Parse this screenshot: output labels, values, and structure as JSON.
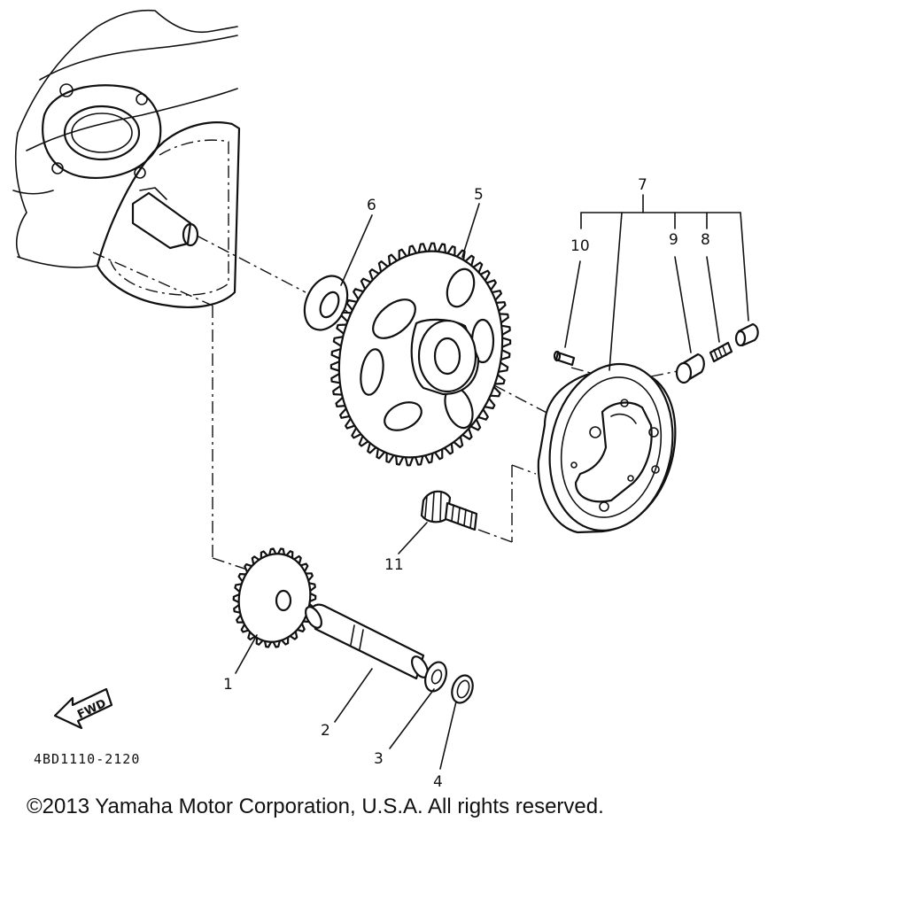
{
  "diagram": {
    "part_labels": {
      "p1": "1",
      "p2": "2",
      "p3": "3",
      "p4": "4",
      "p5": "5",
      "p6": "6",
      "p7": "7",
      "p8": "8",
      "p9": "9",
      "p10": "10",
      "p11": "11"
    },
    "fwd_label": "FWD",
    "drawing_code": "4BD1110-2120"
  },
  "footer": {
    "copyright": "©2013 Yamaha Motor Corporation, U.S.A. All rights reserved."
  }
}
